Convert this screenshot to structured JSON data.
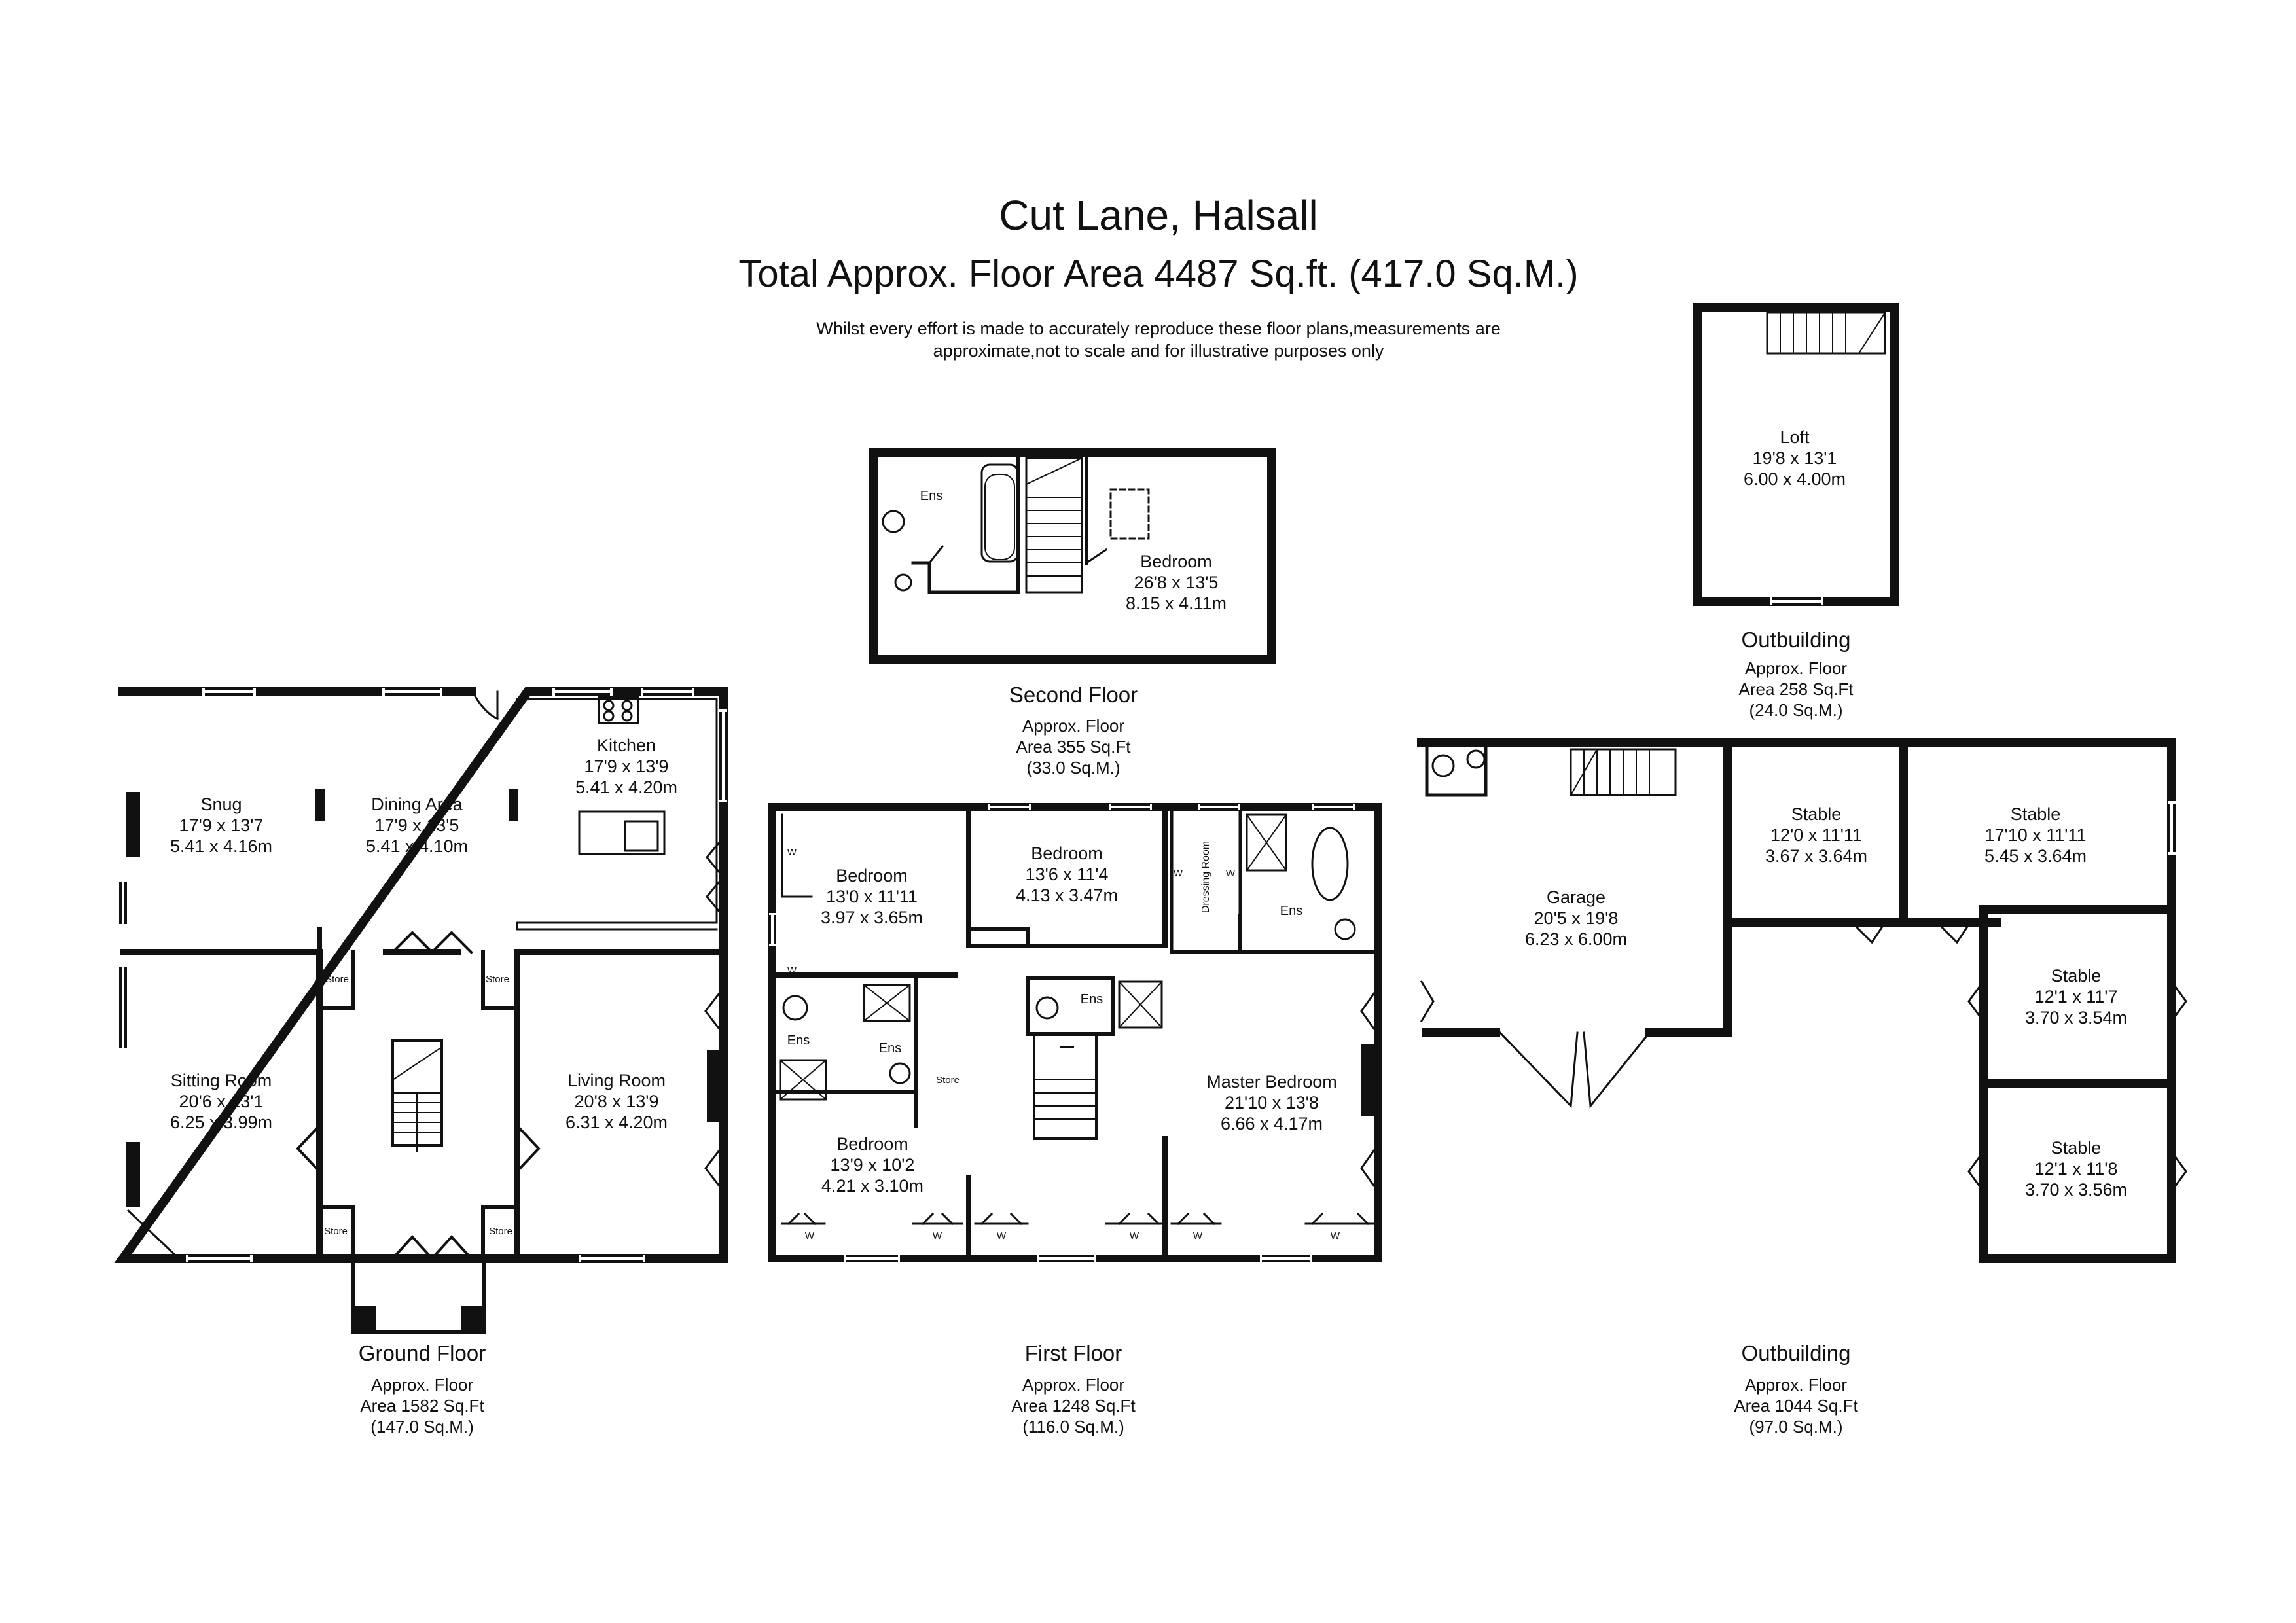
{
  "header": {
    "title": "Cut Lane, Halsall",
    "subtitle": "Total Approx. Floor Area 4487 Sq.ft. (417.0 Sq.M.)",
    "disclaimer_line1": "Whilst every effort is made to accurately reproduce these floor plans,measurements are",
    "disclaimer_line2": "approximate,not to scale and for illustrative purposes only"
  },
  "floors": {
    "ground": {
      "name": "Ground Floor",
      "area_line1": "Approx. Floor",
      "area_line2": "Area 1582 Sq.Ft",
      "area_line3": "(147.0 Sq.M.)"
    },
    "first": {
      "name": "First Floor",
      "area_line1": "Approx. Floor",
      "area_line2": "Area 1248 Sq.Ft",
      "area_line3": "(116.0 Sq.M.)"
    },
    "second": {
      "name": "Second Floor",
      "area_line1": "Approx. Floor",
      "area_line2": "Area 355 Sq.Ft",
      "area_line3": "(33.0 Sq.M.)"
    },
    "outbuilding_loft": {
      "name": "Outbuilding",
      "area_line1": "Approx. Floor",
      "area_line2": "Area 258 Sq.Ft",
      "area_line3": "(24.0 Sq.M.)"
    },
    "outbuilding_main": {
      "name": "Outbuilding",
      "area_line1": "Approx. Floor",
      "area_line2": "Area 1044 Sq.Ft",
      "area_line3": "(97.0 Sq.M.)"
    }
  },
  "rooms": {
    "snug": {
      "name": "Snug",
      "imperial": "17'9 x 13'7",
      "metric": "5.41 x 4.16m"
    },
    "dining": {
      "name": "Dining Area",
      "imperial": "17'9 x 13'5",
      "metric": "5.41 x 4.10m"
    },
    "kitchen": {
      "name": "Kitchen",
      "imperial": "17'9 x 13'9",
      "metric": "5.41 x 4.20m"
    },
    "sitting": {
      "name": "Sitting Room",
      "imperial": "20'6 x 13'1",
      "metric": "6.25 x 3.99m"
    },
    "living": {
      "name": "Living Room",
      "imperial": "20'8 x 13'9",
      "metric": "6.31 x 4.20m"
    },
    "first_bed1": {
      "name": "Bedroom",
      "imperial": "13'0 x 11'11",
      "metric": "3.97 x 3.65m"
    },
    "first_bed2": {
      "name": "Bedroom",
      "imperial": "13'6 x 11'4",
      "metric": "4.13 x 3.47m"
    },
    "first_bed3": {
      "name": "Bedroom",
      "imperial": "13'9 x 10'2",
      "metric": "4.21 x 3.10m"
    },
    "master": {
      "name": "Master Bedroom",
      "imperial": "21'10 x 13'8",
      "metric": "6.66 x 4.17m"
    },
    "second_bed": {
      "name": "Bedroom",
      "imperial": "26'8 x 13'5",
      "metric": "8.15 x 4.11m"
    },
    "loft": {
      "name": "Loft",
      "imperial": "19'8 x 13'1",
      "metric": "6.00 x 4.00m"
    },
    "garage": {
      "name": "Garage",
      "imperial": "20'5 x 19'8",
      "metric": "6.23 x 6.00m"
    },
    "stable1": {
      "name": "Stable",
      "imperial": "12'0 x 11'11",
      "metric": "3.67 x 3.64m"
    },
    "stable2": {
      "name": "Stable",
      "imperial": "17'10 x 11'11",
      "metric": "5.45 x 3.64m"
    },
    "stable3": {
      "name": "Stable",
      "imperial": "12'1 x 11'7",
      "metric": "3.70 x 3.54m"
    },
    "stable4": {
      "name": "Stable",
      "imperial": "12'1 x 11'8",
      "metric": "3.70 x 3.56m"
    }
  },
  "small_labels": {
    "store": "Store",
    "ens": "Ens",
    "w": "W",
    "dressing_room": "Dressing Room"
  },
  "colors": {
    "wall": "#111111",
    "line": "#222222",
    "background": "#ffffff"
  }
}
